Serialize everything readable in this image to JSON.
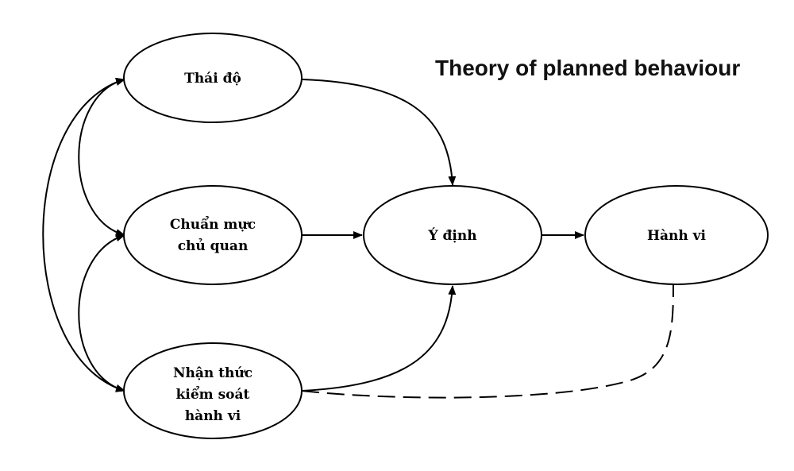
{
  "title": "Theory of planned behaviour",
  "nodes": {
    "attitude": {
      "lines": [
        "Thái độ"
      ]
    },
    "subjective_norm": {
      "lines": [
        "Chuẩn mực",
        "chủ quan"
      ]
    },
    "perceived_control": {
      "lines": [
        "Nhận thức",
        "kiểm soát",
        "hành vi"
      ]
    },
    "intention": {
      "lines": [
        "Ý định"
      ]
    },
    "behaviour": {
      "lines": [
        "Hành vi"
      ]
    }
  },
  "edges": [
    {
      "from": "attitude",
      "to": "intention",
      "style": "solid"
    },
    {
      "from": "subjective_norm",
      "to": "intention",
      "style": "solid"
    },
    {
      "from": "perceived_control",
      "to": "intention",
      "style": "solid"
    },
    {
      "from": "intention",
      "to": "behaviour",
      "style": "solid"
    },
    {
      "from": "perceived_control",
      "to": "behaviour",
      "style": "dashed"
    },
    {
      "from": "attitude",
      "to": "subjective_norm",
      "style": "bidirectional"
    },
    {
      "from": "subjective_norm",
      "to": "perceived_control",
      "style": "bidirectional"
    },
    {
      "from": "attitude",
      "to": "perceived_control",
      "style": "bidirectional"
    }
  ]
}
